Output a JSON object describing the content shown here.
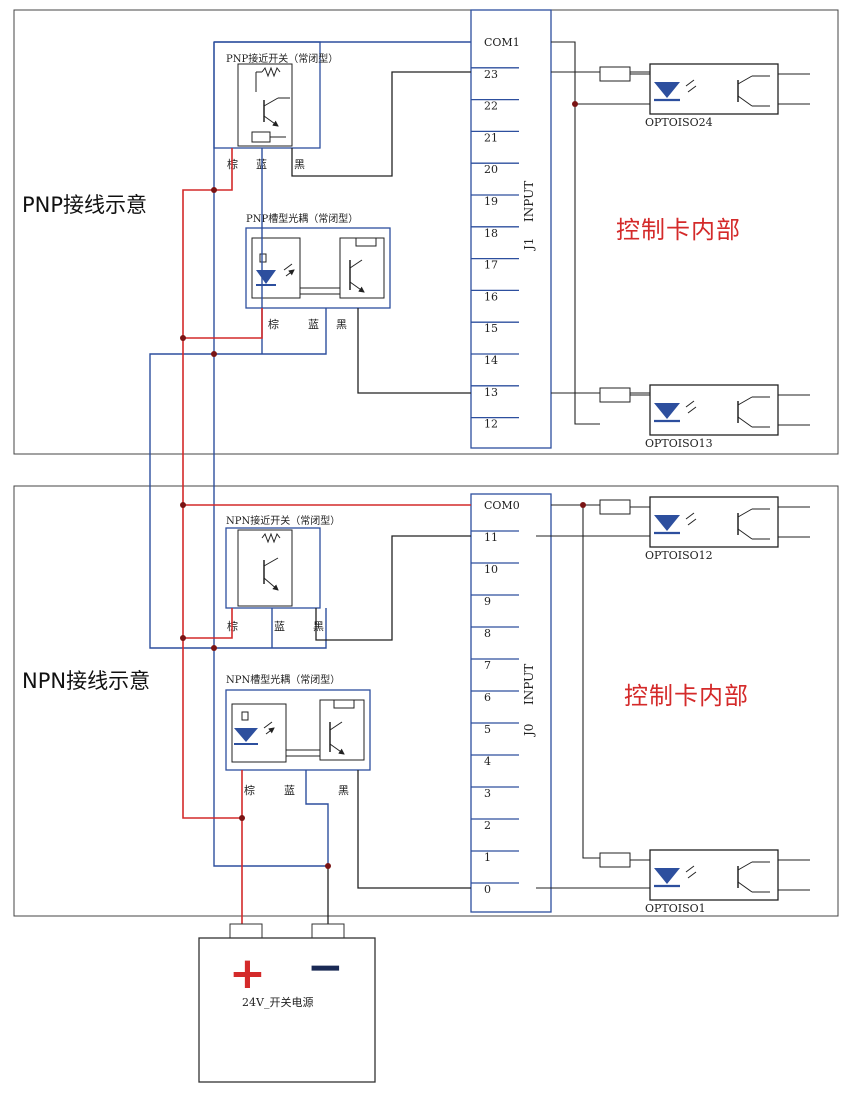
{
  "colors": {
    "wire_blue": "#2d4f9e",
    "wire_red": "#d42a2a",
    "wire_dark": "#222222",
    "outline": "#333333",
    "text_red": "#d42a2a",
    "node": "#7a1414",
    "terminal_line": "#2d4f9e"
  },
  "pnp_section": {
    "title": "PNP接线示意",
    "board_label": "控制卡内部",
    "connector": {
      "designator": "J1",
      "name": "INPUT",
      "pins": [
        "COM1",
        "23",
        "22",
        "21",
        "20",
        "19",
        "18",
        "17",
        "16",
        "15",
        "14",
        "13",
        "12"
      ]
    },
    "proximity_switch": {
      "label": "PNP接近开关（常闭型）",
      "wire_brown": "棕",
      "wire_blue": "蓝",
      "wire_black": "黑"
    },
    "slot_optocoupler": {
      "label": "PNP槽型光耦（常闭型）",
      "wire_brown": "棕",
      "wire_blue": "蓝",
      "wire_black": "黑"
    },
    "optoisolators": [
      "OPTOISO24",
      "OPTOISO13"
    ]
  },
  "npn_section": {
    "title": "NPN接线示意",
    "board_label": "控制卡内部",
    "connector": {
      "designator": "J0",
      "name": "INPUT",
      "pins": [
        "COM0",
        "11",
        "10",
        "9",
        "8",
        "7",
        "6",
        "5",
        "4",
        "3",
        "2",
        "1",
        "0"
      ]
    },
    "proximity_switch": {
      "label": "NPN接近开关（常闭型）",
      "wire_brown": "棕",
      "wire_blue": "蓝",
      "wire_black": "黑"
    },
    "slot_optocoupler": {
      "label": "NPN槽型光耦（常闭型）",
      "wire_brown": "棕",
      "wire_blue": "蓝",
      "wire_black": "黑"
    },
    "optoisolators": [
      "OPTOISO12",
      "OPTOISO1"
    ]
  },
  "power_supply": {
    "label": "24V_开关电源",
    "plus": "+",
    "minus": "−"
  }
}
